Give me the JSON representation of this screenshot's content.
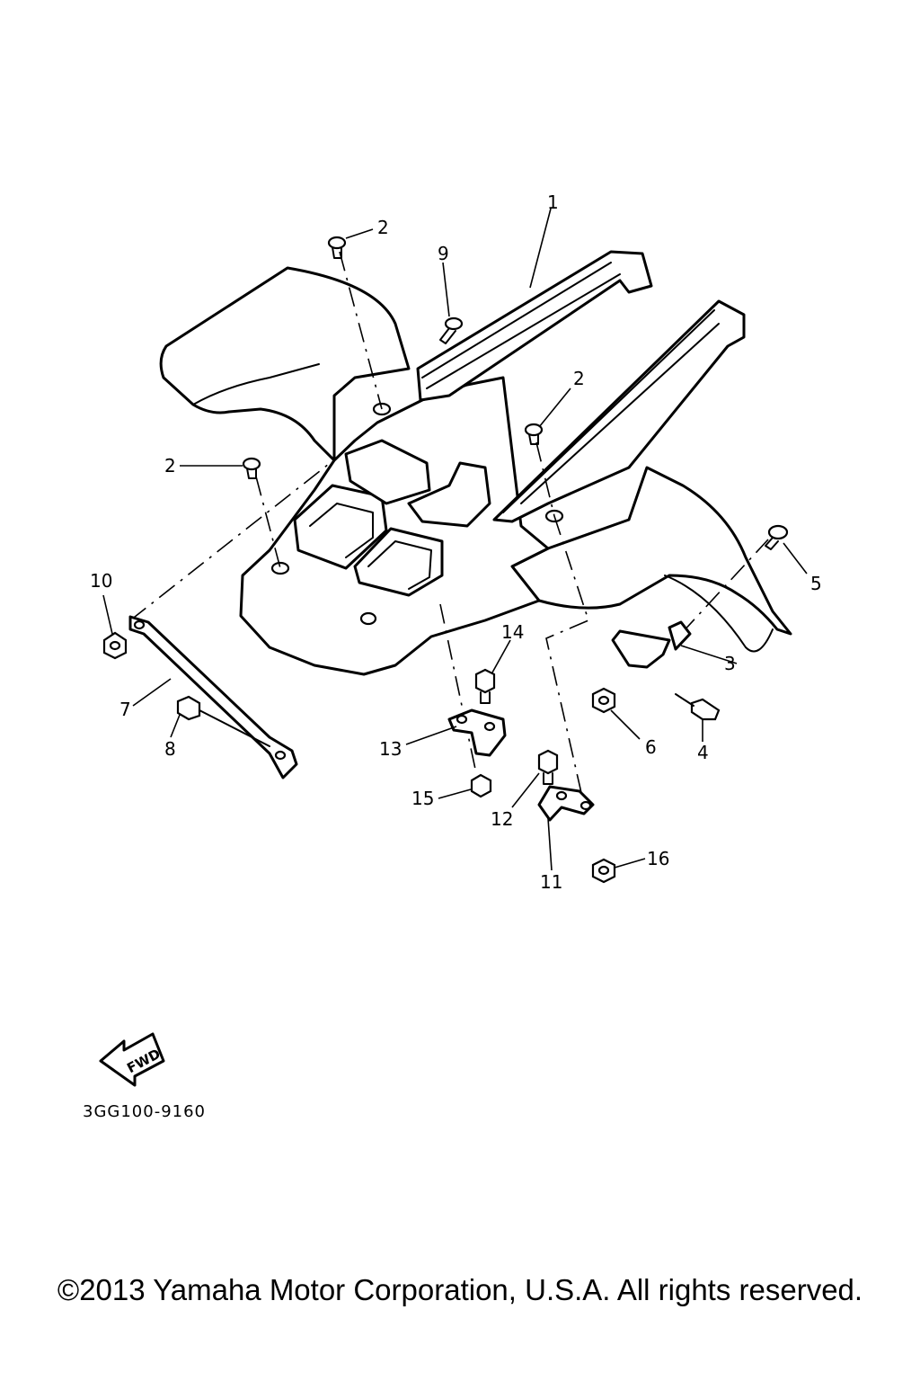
{
  "diagram": {
    "callouts": [
      {
        "key": "p1",
        "label": "1"
      },
      {
        "key": "p2a",
        "label": "2"
      },
      {
        "key": "p2b",
        "label": "2"
      },
      {
        "key": "p2c",
        "label": "2"
      },
      {
        "key": "p3",
        "label": "3"
      },
      {
        "key": "p4",
        "label": "4"
      },
      {
        "key": "p5",
        "label": "5"
      },
      {
        "key": "p6",
        "label": "6"
      },
      {
        "key": "p7",
        "label": "7"
      },
      {
        "key": "p8",
        "label": "8"
      },
      {
        "key": "p9",
        "label": "9"
      },
      {
        "key": "p10",
        "label": "10"
      },
      {
        "key": "p11",
        "label": "11"
      },
      {
        "key": "p12",
        "label": "12"
      },
      {
        "key": "p13",
        "label": "13"
      },
      {
        "key": "p14",
        "label": "14"
      },
      {
        "key": "p15",
        "label": "15"
      },
      {
        "key": "p16",
        "label": "16"
      }
    ],
    "fwd_label": "FWD",
    "drawing_code": "3GG100-9160"
  },
  "copyright": "©2013 Yamaha Motor Corporation, U.S.A. All rights reserved."
}
